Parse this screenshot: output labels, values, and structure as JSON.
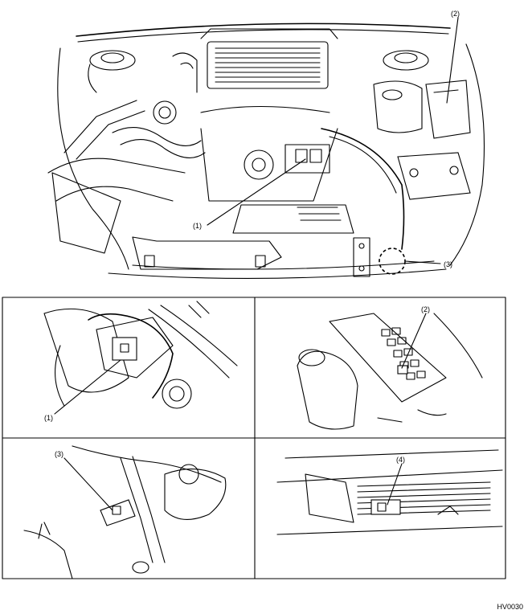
{
  "main": {
    "labels": {
      "l1": "(1)",
      "l2": "(2)",
      "l3": "(3)"
    }
  },
  "panels": {
    "top_left": {
      "label": "(1)"
    },
    "top_right": {
      "label": "(2)"
    },
    "bottom_left": {
      "label": "(3)"
    },
    "bottom_right": {
      "label": "(4)"
    }
  },
  "figure_code": "HV0030"
}
